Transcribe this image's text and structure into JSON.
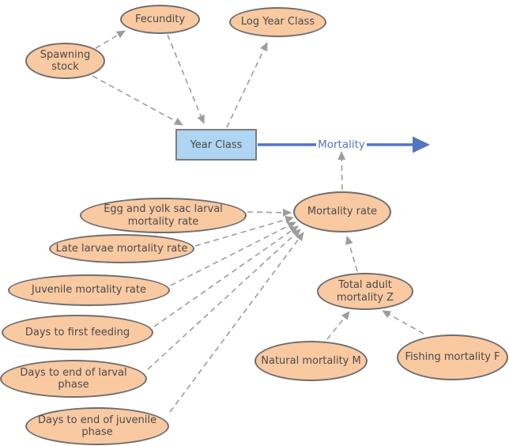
{
  "diagram": {
    "nodes": {
      "fecundity": "Fecundity",
      "log_year_class": "Log Year Class",
      "spawning_stock": "Spawning stock",
      "year_class": "Year Class",
      "mortality_rate": "Mortality rate",
      "egg_yolk_larval_mortality": "Egg and yolk sac larval mortality rate",
      "late_larvae_mortality": "Late larvae mortality rate",
      "juvenile_mortality": "Juvenile mortality rate",
      "days_to_first_feeding": "Days to first feeding",
      "days_to_end_larval": "Days to end of larval phase",
      "days_to_end_juvenile": "Days to end of juvenile phase",
      "total_adult_mortality": "Total adult mortality Z",
      "natural_mortality": "Natural mortality M",
      "fishing_mortality": "Fishing mortality F"
    },
    "flow_label": "Mortality",
    "edges": [
      {
        "from": "spawning_stock",
        "to": "fecundity",
        "type": "influence"
      },
      {
        "from": "spawning_stock",
        "to": "year_class",
        "type": "influence"
      },
      {
        "from": "fecundity",
        "to": "year_class",
        "type": "influence"
      },
      {
        "from": "year_class",
        "to": "log_year_class",
        "type": "influence"
      },
      {
        "from": "mortality_rate",
        "to": "mortality_flow",
        "type": "influence"
      },
      {
        "from": "egg_yolk_larval_mortality",
        "to": "mortality_rate",
        "type": "influence"
      },
      {
        "from": "late_larvae_mortality",
        "to": "mortality_rate",
        "type": "influence"
      },
      {
        "from": "juvenile_mortality",
        "to": "mortality_rate",
        "type": "influence"
      },
      {
        "from": "days_to_first_feeding",
        "to": "mortality_rate",
        "type": "influence"
      },
      {
        "from": "days_to_end_larval",
        "to": "mortality_rate",
        "type": "influence"
      },
      {
        "from": "days_to_end_juvenile",
        "to": "mortality_rate",
        "type": "influence"
      },
      {
        "from": "total_adult_mortality",
        "to": "mortality_rate",
        "type": "influence"
      },
      {
        "from": "natural_mortality",
        "to": "total_adult_mortality",
        "type": "influence"
      },
      {
        "from": "fishing_mortality",
        "to": "total_adult_mortality",
        "type": "influence"
      },
      {
        "from": "year_class",
        "to": "out",
        "type": "flow",
        "label": "Mortality"
      }
    ],
    "colors": {
      "variable_fill": "#F9C9A2",
      "variable_border": "#6E6E6E",
      "stock_fill": "#AED5F1",
      "stock_border": "#7D7D7D",
      "influence_arrow": "#9D9D9D",
      "flow_arrow": "#5377BE",
      "label_text": "#4A4A4A",
      "background": "#FFFFFF"
    }
  }
}
